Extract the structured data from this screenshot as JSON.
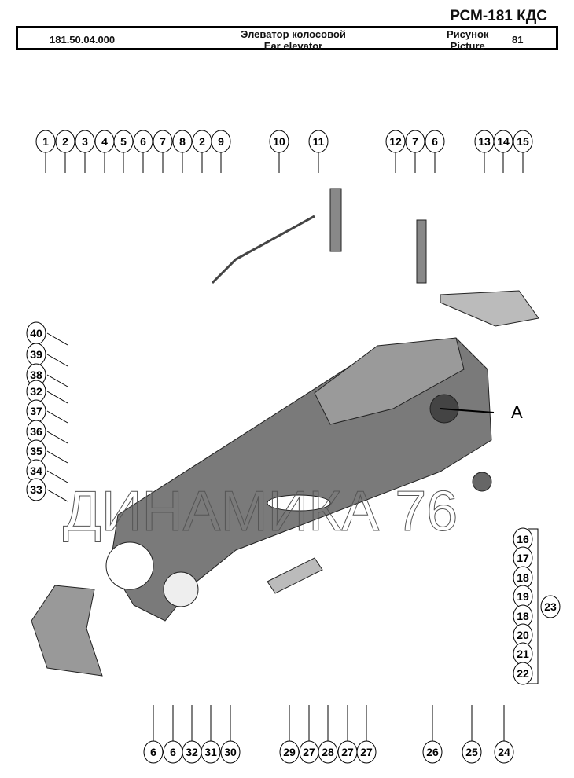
{
  "header": {
    "model": "РСМ-181 КДС",
    "part_number": "181.50.04.000",
    "title_ru": "Элеватор колосовой",
    "title_en": "Ear elevator",
    "picture_label_ru": "Рисунок",
    "picture_label_en": "Picture",
    "picture_number": "81"
  },
  "diagram": {
    "watermark": "ДИНАМИКА 76",
    "view_label": "A",
    "callouts_top": [
      "1",
      "2",
      "3",
      "4",
      "5",
      "6",
      "7",
      "8",
      "2",
      "9",
      "10",
      "11",
      "12",
      "7",
      "6",
      "13",
      "14",
      "15"
    ],
    "callouts_left": [
      "40",
      "39",
      "38",
      "32",
      "37",
      "36",
      "35",
      "34",
      "33"
    ],
    "callouts_right": [
      "16",
      "17",
      "18",
      "19",
      "18",
      "20",
      "21",
      "22"
    ],
    "callout_group": "23",
    "callouts_bottom": [
      "6",
      "6",
      "32",
      "31",
      "30",
      "29",
      "27",
      "28",
      "27",
      "27",
      "26",
      "25",
      "24"
    ]
  }
}
